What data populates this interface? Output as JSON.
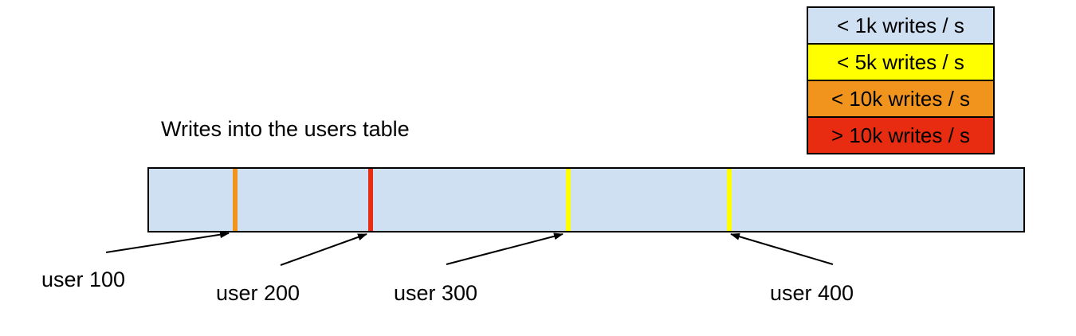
{
  "title": "Writes into the users table",
  "legend": {
    "items": [
      {
        "label": "< 1k writes / s",
        "color": "#cfe0f2"
      },
      {
        "label": "< 5k writes / s",
        "color": "#ffff00"
      },
      {
        "label": "< 10k writes / s",
        "color": "#f0941e"
      },
      {
        "label": "> 10k writes / s",
        "color": "#e82c11"
      }
    ]
  },
  "bar": {
    "fill": "#cfe0f2",
    "border_color": "#000000"
  },
  "users": [
    {
      "label": "user 100",
      "mark_color": "#f0941e",
      "write_rate_category": "< 10k writes / s"
    },
    {
      "label": "user 200",
      "mark_color": "#e82c11",
      "write_rate_category": "> 10k writes / s"
    },
    {
      "label": "user 300",
      "mark_color": "#ffff00",
      "write_rate_category": "< 5k writes / s"
    },
    {
      "label": "user 400",
      "mark_color": "#ffff00",
      "write_rate_category": "< 5k writes / s"
    }
  ]
}
